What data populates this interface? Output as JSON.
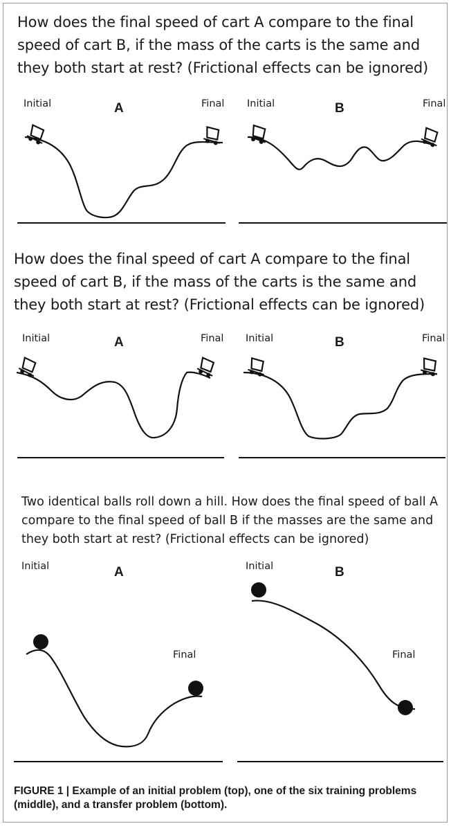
{
  "problem1": {
    "question": "How does the final speed of cart A compare to the final speed of cart B, if the mass of the carts is the same and they both start at rest? (Frictional effects can be ignored)",
    "track_a": {
      "letter": "A",
      "initial_label": "Initial",
      "final_label": "Final"
    },
    "track_b": {
      "letter": "B",
      "initial_label": "Initial",
      "final_label": "Final"
    }
  },
  "problem2": {
    "question": "How does the final speed of cart A compare to the final speed of cart B, if the mass of the carts is the same and they both start at rest? (Frictional effects can be ignored)",
    "track_a": {
      "letter": "A",
      "initial_label": "Initial",
      "final_label": "Final"
    },
    "track_b": {
      "letter": "B",
      "initial_label": "Initial",
      "final_label": "Final"
    }
  },
  "problem3": {
    "question": "Two identical balls roll down a hill. How does the final speed of ball A compare to the final speed of ball B if the masses are the same and they both start at rest? (Frictional effects can be ignored)",
    "track_a": {
      "letter": "A",
      "initial_label": "Initial",
      "final_label": "Final"
    },
    "track_b": {
      "letter": "B",
      "initial_label": "Initial",
      "final_label": "Final"
    }
  },
  "caption": "FIGURE 1 | Example of an initial problem (top), one of the six training problems (middle), and a transfer problem (bottom).",
  "colors": {
    "ink": "#111111",
    "frame": "#9a9a9a"
  },
  "icons": {
    "cart": "cart-icon",
    "ball": "ball-icon"
  }
}
